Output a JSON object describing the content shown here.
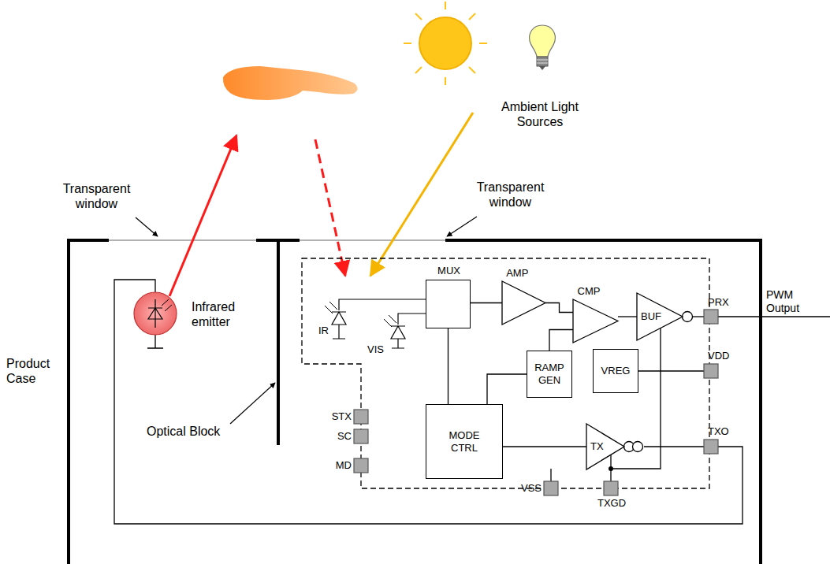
{
  "diagram": {
    "nodes": [
      {
        "text": [
          "MUX"
        ]
      },
      {
        "text": [
          "AMP"
        ]
      },
      {
        "text": [
          "CMP"
        ]
      },
      {
        "text": [
          "BUF"
        ]
      },
      {
        "text": [
          "RAMP GEN"
        ]
      },
      {
        "text": [
          "VREG"
        ]
      },
      {
        "text": [
          "MODE CTRL"
        ]
      },
      {
        "text": [
          "TX"
        ]
      }
    ],
    "edges": [
      {
        "from": 0,
        "to": 1,
        "arrow": "none"
      },
      {
        "from": 1,
        "to": 2,
        "arrow": "none"
      },
      {
        "from": 4,
        "to": 2,
        "arrow": "none"
      },
      {
        "from": 2,
        "to": 3,
        "arrow": "none"
      },
      {
        "from": 6,
        "to": 0,
        "arrow": "none"
      },
      {
        "from": 6,
        "to": 4,
        "arrow": "none"
      },
      {
        "from": 6,
        "to": 7,
        "arrow": "none"
      }
    ],
    "labels": [
      "Transparent window",
      "Transparent window",
      "Ambient Light Sources",
      "Infrared emitter",
      "Product Case",
      "Optical Block",
      "IR",
      "VIS",
      "PRX",
      "PWM Output",
      "VDD",
      "TXO",
      "STX",
      "SC",
      "MD",
      "VSS",
      "TXGD"
    ]
  }
}
